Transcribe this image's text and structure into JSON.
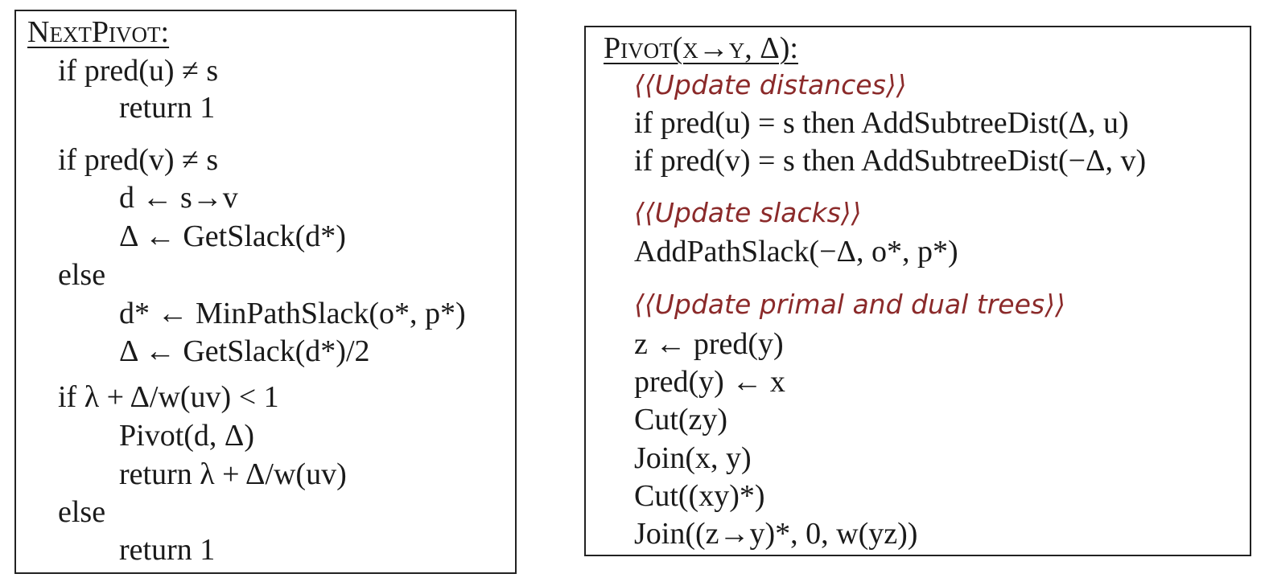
{
  "left_panel": {
    "title": "NextPivot:",
    "lines": [
      "if pred(u) ≠ s",
      "return 1",
      "if pred(v) ≠ s",
      "d ← s→v",
      "Δ ← GetSlack(d*)",
      "else",
      "d* ← MinPathSlack(o*, p*)",
      "Δ ← GetSlack(d*)/2",
      "if λ + Δ/w(uv) < 1",
      "Pivot(d, Δ)",
      "return λ + Δ/w(uv)",
      "else",
      "return 1"
    ]
  },
  "right_panel": {
    "title": "Pivot(x→y, Δ):",
    "comments": [
      "⟨⟨Update distances⟩⟩",
      "⟨⟨Update slacks⟩⟩",
      "⟨⟨Update primal and dual trees⟩⟩"
    ],
    "lines": [
      "if pred(u) = s then AddSubtreeDist(Δ, u)",
      "if pred(v) = s then AddSubtreeDist(−Δ, v)",
      "AddPathSlack(−Δ, o*, p*)",
      "z ← pred(y)",
      "pred(y) ← x",
      "Cut(zy)",
      "Join(x, y)",
      "Cut((xy)*)",
      "Join((z→y)*, 0, w(yz))"
    ]
  },
  "colors": {
    "comment": "#8b2a2a",
    "text": "#1a1a1a",
    "border": "#222222"
  }
}
